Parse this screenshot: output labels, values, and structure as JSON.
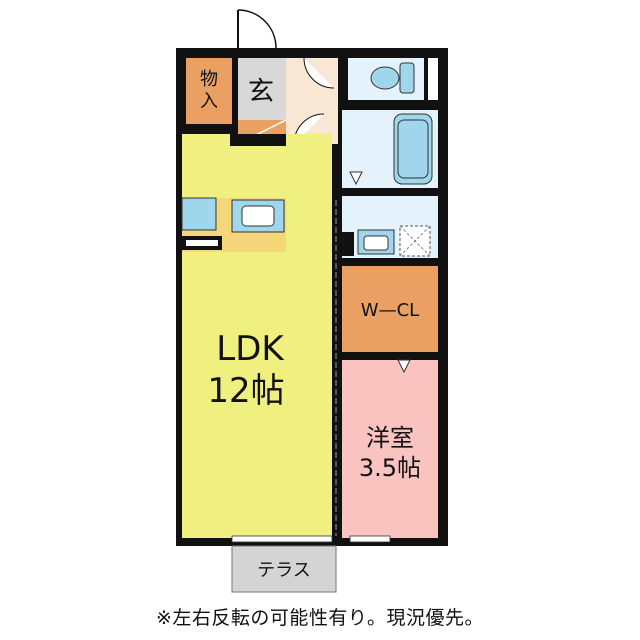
{
  "rooms": {
    "storage": {
      "line1": "物",
      "line2": "入",
      "color": "#E9A062"
    },
    "entrance": {
      "label": "玄",
      "color": "#D8D8D8"
    },
    "ldk": {
      "line1": "LDK",
      "line2": "12帖",
      "color": "#F0F080"
    },
    "wcl": {
      "label": "W—CL",
      "color": "#E9A062"
    },
    "western": {
      "line1": "洋室",
      "line2": "3.5帖",
      "color": "#F9C3C0"
    },
    "terrace": {
      "label": "テラス",
      "color": "#D4D4D4"
    }
  },
  "colors": {
    "wet_area": "#E4F3FB",
    "fixture_blue": "#9FD6EC",
    "kitchen_counter": "#F5D77A",
    "wall": "#111111",
    "hall_floor": "#F8E7D5"
  },
  "note": "※左右反転の可能性有り。現況優先。"
}
